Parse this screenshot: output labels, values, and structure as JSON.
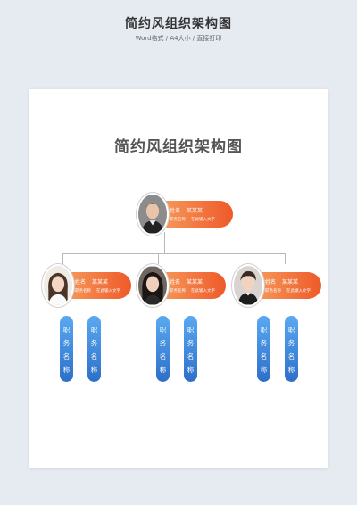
{
  "header": {
    "title": "简约风组织架构图",
    "subtitle": "Word格式 / A4大小 / 直接打印"
  },
  "doc": {
    "title": "简约风组织架构图"
  },
  "cards": [
    {
      "name_label": "姓名",
      "name": "某某某",
      "role": "职务名称",
      "desc": "在此输入文字"
    },
    {
      "name_label": "姓名",
      "name": "某某某",
      "role": "职务名称",
      "desc": "在此输入文字"
    },
    {
      "name_label": "姓名",
      "name": "某某某",
      "role": "职务名称",
      "desc": "在此输入文字"
    },
    {
      "name_label": "姓名",
      "name": "某某某",
      "role": "职务名称",
      "desc": "在此输入文字"
    }
  ],
  "role_pill_chars": [
    "职",
    "务",
    "名",
    "称"
  ],
  "colors": {
    "accent_orange_start": "#f7a05f",
    "accent_orange_end": "#ee5a2a",
    "role_blue_start": "#5aa9f0",
    "role_blue_end": "#2d6fc9",
    "background": "#e6ebf1"
  }
}
